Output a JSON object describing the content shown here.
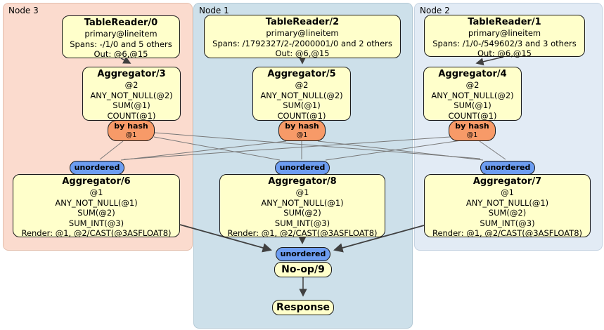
{
  "diagram_title": "distsql-plan",
  "regions": {
    "node3": {
      "label": "Node 3",
      "bg": "#fbdbce"
    },
    "node1": {
      "label": "Node 1",
      "bg": "#cde0ea"
    },
    "node2": {
      "label": "Node 2",
      "bg": "#e2ebf5"
    }
  },
  "processors": {
    "tablereader0": {
      "title": "TableReader/0",
      "lines": [
        "primary@lineitem",
        "Spans: -/1/0 and 5 others",
        "Out: @6,@15"
      ]
    },
    "tablereader2": {
      "title": "TableReader/2",
      "lines": [
        "primary@lineitem",
        "Spans: /1792327/2-/2000001/0 and 2 others",
        "Out: @6,@15"
      ]
    },
    "tablereader1": {
      "title": "TableReader/1",
      "lines": [
        "primary@lineitem",
        "Spans: /1/0-/549602/3 and 3 others",
        "Out: @6,@15"
      ]
    },
    "aggregator3": {
      "title": "Aggregator/3",
      "lines": [
        "@2",
        "ANY_NOT_NULL(@2)",
        "SUM(@1)",
        "COUNT(@1)"
      ]
    },
    "aggregator5": {
      "title": "Aggregator/5",
      "lines": [
        "@2",
        "ANY_NOT_NULL(@2)",
        "SUM(@1)",
        "COUNT(@1)"
      ]
    },
    "aggregator4": {
      "title": "Aggregator/4",
      "lines": [
        "@2",
        "ANY_NOT_NULL(@2)",
        "SUM(@1)",
        "COUNT(@1)"
      ]
    },
    "aggregator6": {
      "title": "Aggregator/6",
      "lines": [
        "@1",
        "ANY_NOT_NULL(@1)",
        "SUM(@2)",
        "SUM_INT(@3)",
        "Render: @1, @2/CAST(@3ASFLOAT8)"
      ]
    },
    "aggregator8": {
      "title": "Aggregator/8",
      "lines": [
        "@1",
        "ANY_NOT_NULL(@1)",
        "SUM(@2)",
        "SUM_INT(@3)",
        "Render: @1, @2/CAST(@3ASFLOAT8)"
      ]
    },
    "aggregator7": {
      "title": "Aggregator/7",
      "lines": [
        "@1",
        "ANY_NOT_NULL(@1)",
        "SUM(@2)",
        "SUM_INT(@3)",
        "Render: @1, @2/CAST(@3ASFLOAT8)"
      ]
    },
    "noop9": {
      "title": "No-op/9"
    },
    "response": {
      "title": "Response"
    }
  },
  "router": {
    "label": "by hash",
    "sublabel": "@1",
    "bg": "#f79a68"
  },
  "sync": {
    "label": "unordered",
    "bg": "#6d9df1"
  },
  "colors": {
    "processor_bg": "#ffffcb",
    "edge_dark": "#404040",
    "edge_light": "#787878"
  }
}
